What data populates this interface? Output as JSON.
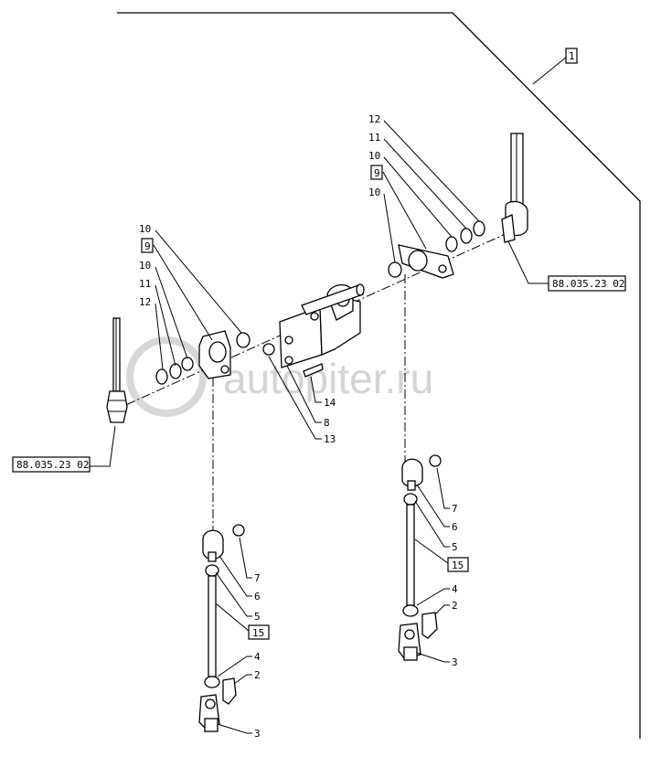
{
  "watermark": "autopiter.ru",
  "labels": {
    "main_ref": "1",
    "ref_left": "88.035.23 02",
    "ref_right": "88.035.23 02",
    "n12": "12",
    "n11": "11",
    "n10": "10",
    "n9": "9",
    "n14": "14",
    "n8": "8",
    "n13": "13",
    "n7": "7",
    "n6": "6",
    "n5": "5",
    "n15": "15",
    "n4": "4",
    "n2": "2",
    "n3": "3"
  }
}
